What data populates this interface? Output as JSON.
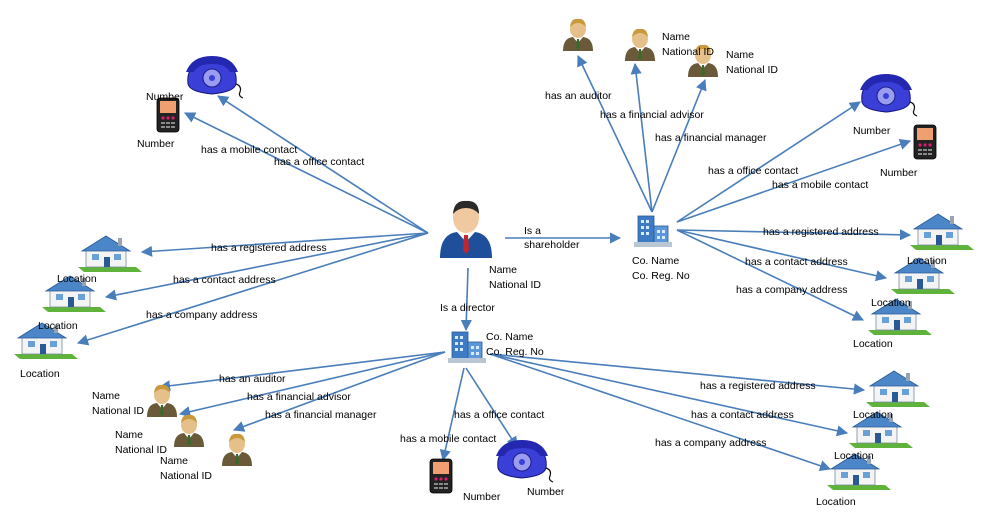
{
  "colors": {
    "edge": "#4a7ebb",
    "building": "#2f6fb5",
    "phone": "#3a3fd8",
    "house_roof": "#4a86c8",
    "grass": "#6cbf3c"
  },
  "nodes": {
    "person": {
      "name": "Name",
      "id": "National ID"
    },
    "company_shareholder": {
      "name": "Co. Name",
      "reg": "Co. Reg. No"
    },
    "company_director": {
      "name": "Co. Name",
      "reg": "Co. Reg. No"
    },
    "auditor_top": {},
    "fin_advisor_top": {
      "name": "Name",
      "id": "National ID"
    },
    "fin_manager_top": {
      "name": "Name",
      "id": "National ID"
    },
    "auditor_bottom": {
      "name": "Name",
      "id": "National ID"
    },
    "fin_advisor_bottom": {
      "name": "Name",
      "id": "National ID"
    },
    "fin_manager_bottom": {
      "name": "Name",
      "id": "National ID"
    },
    "person_office_phone": {
      "label": "Number"
    },
    "person_mobile": {
      "label": "Number"
    },
    "share_office_phone": {
      "label": "Number"
    },
    "share_mobile": {
      "label": "Number"
    },
    "dir_mobile": {
      "label": "Number"
    },
    "dir_office_phone": {
      "label": "Number"
    },
    "person_loc1": {
      "label": "Location"
    },
    "person_loc2": {
      "label": "Location"
    },
    "person_loc3": {
      "label": "Location"
    },
    "share_loc1": {
      "label": "Location"
    },
    "share_loc2": {
      "label": "Location"
    },
    "share_loc3": {
      "label": "Location"
    },
    "dir_loc1": {
      "label": "Location"
    },
    "dir_loc2": {
      "label": "Location"
    },
    "dir_loc3": {
      "label": "Location"
    }
  },
  "edges": [
    {
      "label": "has a mobile contact"
    },
    {
      "label": "has a office contact"
    },
    {
      "label": "has a registered address"
    },
    {
      "label": "has a contact address"
    },
    {
      "label": "has a company address"
    },
    {
      "label": "Is a"
    },
    {
      "label": "shareholder"
    },
    {
      "label": "Is a director"
    },
    {
      "label": "has an auditor"
    },
    {
      "label": "has a financial advisor"
    },
    {
      "label": "has a financial manager"
    },
    {
      "label": "has a office contact"
    },
    {
      "label": "has a mobile contact"
    },
    {
      "label": "has a registered address"
    },
    {
      "label": "has a contact address"
    },
    {
      "label": "has a company address"
    },
    {
      "label": "has an auditor"
    },
    {
      "label": "has a financial advisor"
    },
    {
      "label": "has a financial manager"
    },
    {
      "label": "has a office contact"
    },
    {
      "label": "has a mobile contact"
    },
    {
      "label": "has a registered address"
    },
    {
      "label": "has a contact address"
    },
    {
      "label": "has a company address"
    }
  ]
}
